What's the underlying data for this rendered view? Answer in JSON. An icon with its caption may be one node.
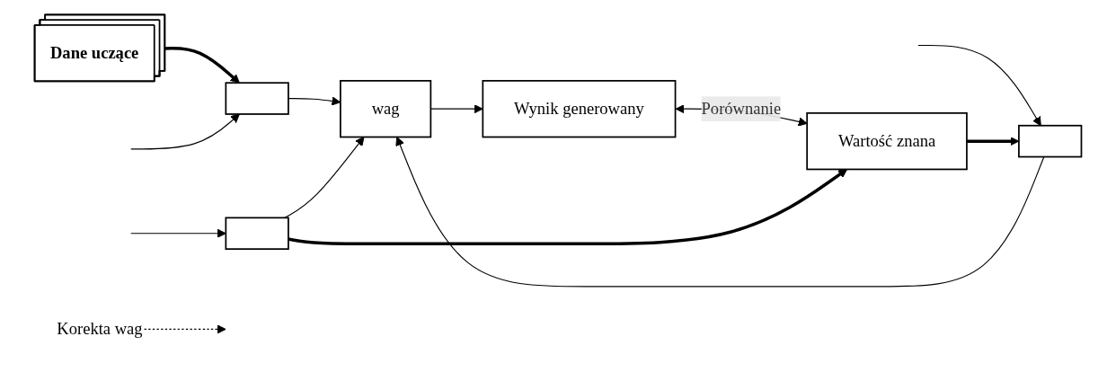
{
  "diagram": {
    "nodes": [
      {
        "text": [
          "Dane uczące"
        ]
      },
      {
        "text": [],
        "shape": "box"
      },
      {
        "text": [],
        "shape": "box"
      },
      {
        "text": [],
        "shape": "box"
      },
      {
        "text": [
          "wag"
        ]
      },
      {
        "text": [
          "Wynik generowany"
        ]
      },
      {
        "text": [
          "Wartość znana"
        ]
      },
      {
        "text": [
          "Korekta wag"
        ]
      }
    ],
    "edges": [
      {
        "from": 0,
        "to": 2,
        "arrow": "to",
        "style": "thick"
      },
      {
        "from": null,
        "to": 1,
        "arrow": "to"
      },
      {
        "from": null,
        "to": 2,
        "arrow": "to"
      },
      {
        "from": null,
        "to": 3,
        "arrow": "to"
      },
      {
        "from": 1,
        "to": 4,
        "arrow": "to"
      },
      {
        "from": 2,
        "to": 4,
        "arrow": "to"
      },
      {
        "from": 3,
        "to": 4,
        "arrow": "to"
      },
      {
        "from": 4,
        "to": 5,
        "arrow": "to"
      },
      {
        "from": 5,
        "to": 6,
        "arrow": "both",
        "label": "Porównanie"
      },
      {
        "from": 6,
        "to": 1,
        "arrow": "to",
        "style": "thick"
      },
      {
        "from": 7,
        "to": null,
        "arrow": "to",
        "style": "dashed"
      },
      {
        "from": 3,
        "to": 6,
        "arrow": "to",
        "style": "thick"
      }
    ]
  }
}
